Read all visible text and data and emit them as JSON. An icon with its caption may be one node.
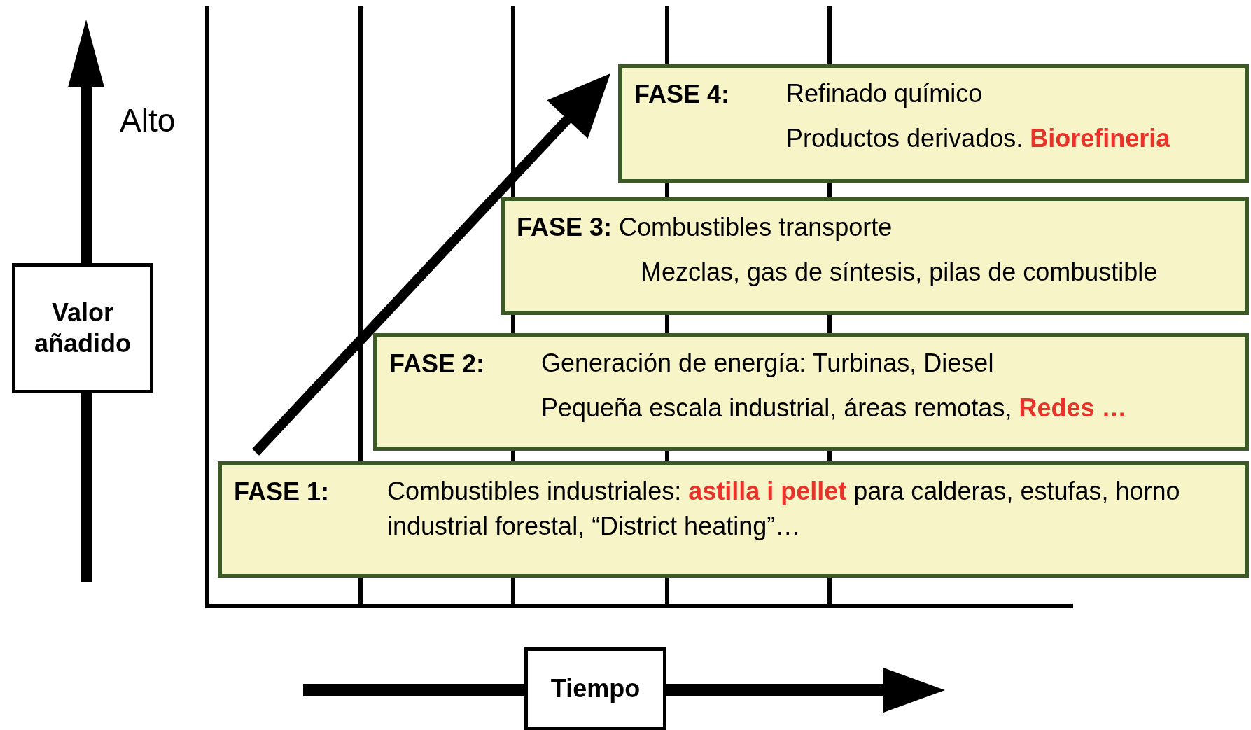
{
  "diagram": {
    "nodes": [
      {
        "text": [
          "FASE 4:",
          "Refinado químico",
          "Productos derivados. **Biorefineria**"
        ]
      },
      {
        "text": [
          "FASE 3:",
          "Combustibles transporte",
          "Mezclas, gas de síntesis, pilas de combustible"
        ]
      },
      {
        "text": [
          "Valor añadido"
        ]
      },
      {
        "text": [
          "FASE 2:",
          "Generación de energía: Turbinas, Diesel",
          "Pequeña escala industrial, áreas remotas, **Redes …**"
        ]
      },
      {
        "text": [
          "FASE 1:",
          "Combustibles industriales: **astilla i pellet** para calderas, estufas, horno industrial forestal, “District heating”…"
        ]
      },
      {
        "text": [
          "Tiempo"
        ]
      }
    ],
    "labels": [
      "Alto"
    ]
  }
}
